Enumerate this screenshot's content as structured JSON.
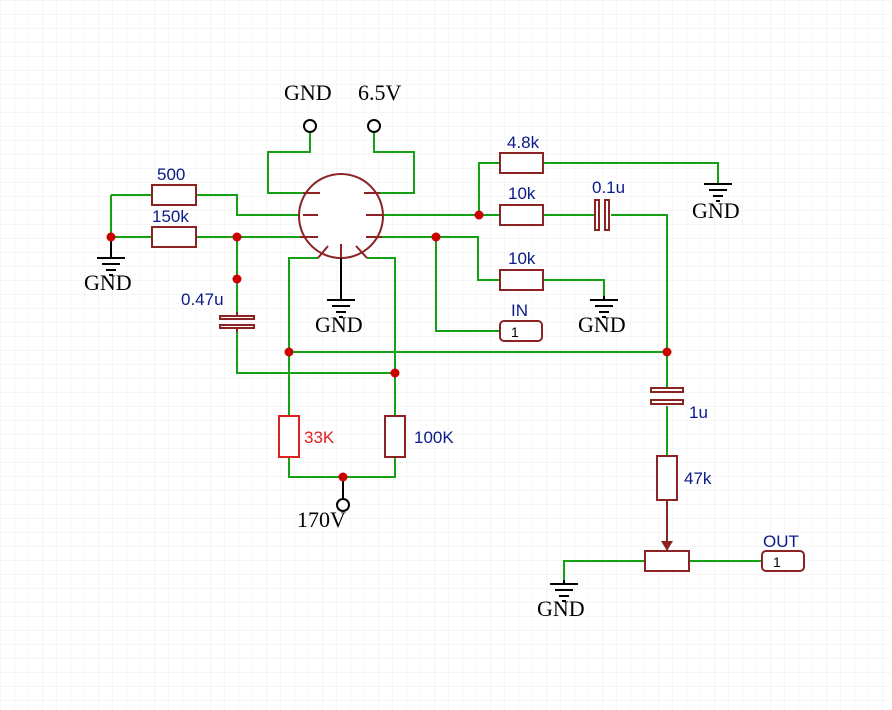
{
  "colors": {
    "wire": "#16a016",
    "component": "#8b2323",
    "highlight": "#e02020",
    "junction": "#cc0000",
    "label": "#0a1a8a"
  },
  "supplies": {
    "heater_gnd": "GND",
    "heater_v": "6.5V",
    "b_plus": "170V"
  },
  "components": {
    "r500": "500",
    "r150k": "150k",
    "c047u": "0.47u",
    "r48k": "4.8k",
    "r10k_a": "10k",
    "c01u": "0.1u",
    "r10k_b": "10k",
    "r33k": "33K",
    "r100k": "100K",
    "c1u": "1u",
    "pot47k": "47k"
  },
  "grounds": {
    "left": "GND",
    "cathode": "GND",
    "top_right": "GND",
    "mid_right": "GND",
    "output": "GND"
  },
  "ports": {
    "in_label": "IN",
    "in_pin": "1",
    "out_label": "OUT",
    "out_pin": "1"
  }
}
